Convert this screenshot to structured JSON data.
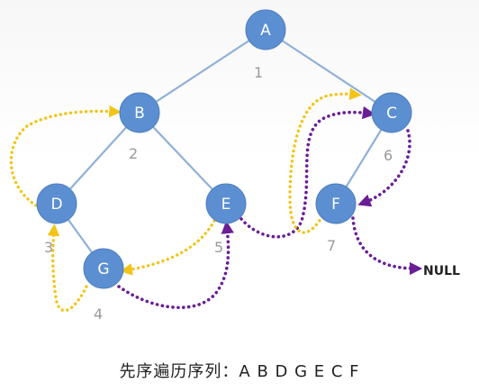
{
  "nodes": [
    {
      "id": "A",
      "label": "A",
      "order": "1"
    },
    {
      "id": "B",
      "label": "B",
      "order": "2"
    },
    {
      "id": "C",
      "label": "C",
      "order": "6"
    },
    {
      "id": "D",
      "label": "D",
      "order": "3"
    },
    {
      "id": "E",
      "label": "E",
      "order": "5"
    },
    {
      "id": "F",
      "label": "F",
      "order": "7"
    },
    {
      "id": "G",
      "label": "G",
      "order": "4"
    }
  ],
  "edges": [
    {
      "from": "A",
      "to": "B"
    },
    {
      "from": "A",
      "to": "C"
    },
    {
      "from": "B",
      "to": "D"
    },
    {
      "from": "B",
      "to": "E"
    },
    {
      "from": "D",
      "to": "G"
    },
    {
      "from": "C",
      "to": "F"
    }
  ],
  "null_label": "NULL",
  "caption": "先序遍历序列：A B D G E C F",
  "colors": {
    "node_fill": "#5b8fd1",
    "edge": "#8fb0d8",
    "thread_to_predecessor": "#f2c418",
    "thread_to_successor": "#6a1e96"
  }
}
